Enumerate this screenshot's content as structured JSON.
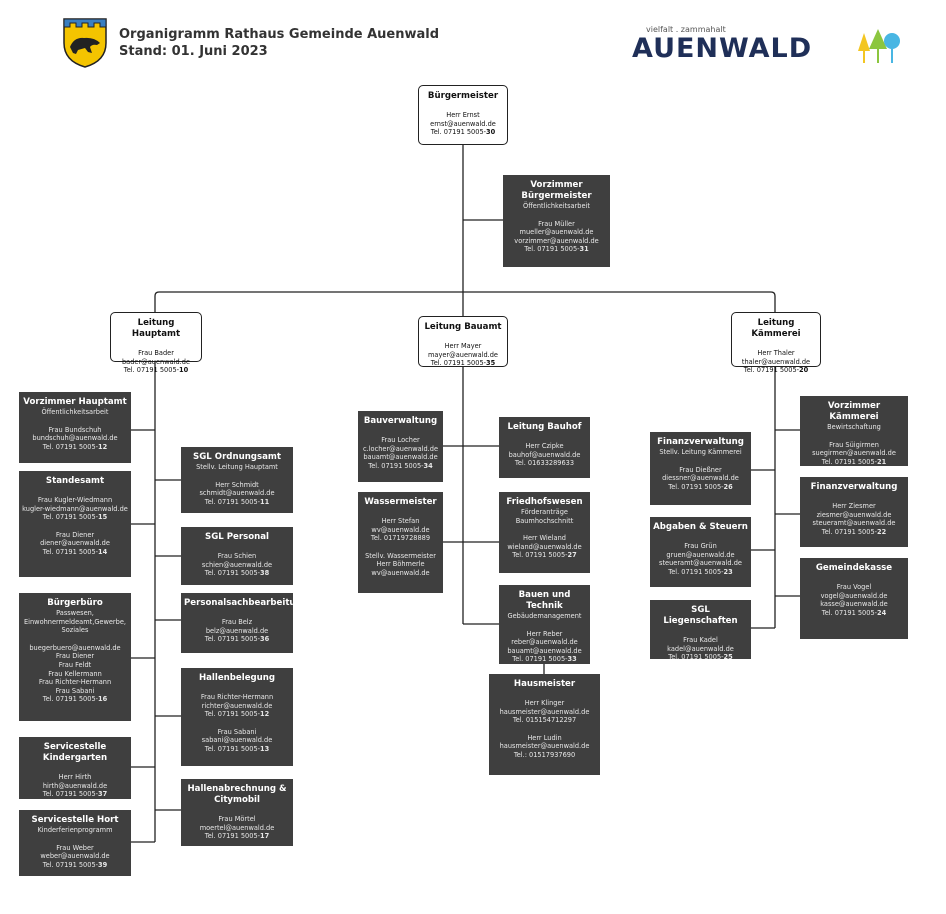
{
  "header": {
    "title_line1": "Organigramm Rathaus Gemeinde Auenwald",
    "title_line2": "Stand: 01. Juni 2023",
    "logo_tagline": "vielfalt . zammahalt",
    "logo_word": "AUENWALD"
  },
  "colors": {
    "box_dark": "#3f3f3f",
    "line": "#222222",
    "logo_text": "#1f2f58"
  },
  "units": {
    "buergermeister": {
      "title": "Bürgermeister",
      "contact": "Herr Ernst\nernst@auenwald.de",
      "tel": "Tel. 07191 5005-",
      "ext": "30"
    },
    "vorzimmer_bm": {
      "title": "Vorzimmer Bürgermeister",
      "subtitle": "Öffentlichkeitsarbeit",
      "contact": "Frau Müller\nmueller@auenwald.de\nvorzimmer@auenwald.de",
      "tel": "Tel. 07191 5005-",
      "ext": "31"
    },
    "leitung_hauptamt": {
      "title": "Leitung Hauptamt",
      "contact": "Frau Bader\nbader@auenwald.de",
      "tel": "Tel. 07191 5005-",
      "ext": "10"
    },
    "leitung_bauamt": {
      "title": "Leitung Bauamt",
      "contact": "Herr Mayer\nmayer@auenwald.de",
      "tel": "Tel. 07191 5005-",
      "ext": "35"
    },
    "leitung_kaemmerei": {
      "title": "Leitung Kämmerei",
      "contact": "Herr Thaler\nthaler@auenwald.de",
      "tel": "Tel. 07191 5005-",
      "ext": "20"
    },
    "vorzimmer_hauptamt": {
      "title": "Vorzimmer Hauptamt",
      "subtitle": "Öffentlichkeitsarbeit",
      "contact": "Frau Bundschuh\nbundschuh@auenwald.de",
      "tel": "Tel. 07191 5005-",
      "ext": "12"
    },
    "standesamt": {
      "title": "Standesamt",
      "contact": "Frau Kugler-Wiedmann\nkugler-wiedmann@auenwald.de",
      "tel": "Tel. 07191 5005-",
      "ext": "15",
      "contact2": "Frau Diener\ndiener@auenwald.de",
      "tel2": "Tel. 07191 5005-",
      "ext2": "14"
    },
    "buergerbuero": {
      "title": "Bürgerbüro",
      "subtitle": "Passwesen,\nEinwohnermeldeamt,Gewerbe,\nSoziales",
      "contact": "buegerbuero@auenwald.de\nFrau Diener\nFrau Feldt\nFrau Kellermann\nFrau Richter-Hermann\nFrau Sabani",
      "tel": "Tel. 07191 5005-",
      "ext": "16"
    },
    "kindergarten": {
      "title": "Servicestelle Kindergarten",
      "contact": "Herr Hirth\nhirth@auenwald.de",
      "tel": "Tel. 07191 5005-",
      "ext": "37"
    },
    "hort": {
      "title": "Servicestelle Hort",
      "subtitle": "Kinderferienprogramm",
      "contact": "Frau Weber\nweber@auenwald.de",
      "tel": "Tel. 07191 5005-",
      "ext": "39"
    },
    "ordnungsamt": {
      "title": "SGL Ordnungsamt",
      "subtitle": "Stellv. Leitung Hauptamt",
      "contact": "Herr Schmidt\nschmidt@auenwald.de",
      "tel": "Tel. 07191 5005-",
      "ext": "11"
    },
    "personal": {
      "title": "SGL Personal",
      "contact": "Frau Schien\nschien@auenwald.de",
      "tel": "Tel. 07191 5005-",
      "ext": "38"
    },
    "personalsach": {
      "title": "Personalsachbearbeitung",
      "contact": "Frau Belz\nbelz@auenwald.de",
      "tel": "Tel. 07191 5005-",
      "ext": "36"
    },
    "hallenbelegung": {
      "title": "Hallenbelegung",
      "contact": "Frau Richter-Hermann\nrichter@auenwald.de",
      "tel": "Tel. 07191 5005-",
      "ext": "12",
      "contact2": "Frau Sabani\nsabani@auenwald.de",
      "tel2": "Tel. 07191 5005-",
      "ext2": "13"
    },
    "hallenabrechnung": {
      "title": "Hallenabrechnung & Citymobil",
      "contact": "Frau Mörtel\nmoertel@auenwald.de",
      "tel": "Tel. 07191 5005-",
      "ext": "17"
    },
    "bauverwaltung": {
      "title": "Bauverwaltung",
      "contact": "Frau Locher\nc.locher@auenwald.de\nbauamt@auenwald.de",
      "tel": "Tel. 07191 5005-",
      "ext": "34"
    },
    "wassermeister": {
      "title": "Wassermeister",
      "contact": "Herr Stefan\nwv@auenwald.de\nTel. 01719728889",
      "contact2": "Stellv. Wassermeister\nHerr Böhmerle\nwv@auenwald.de"
    },
    "bauhof": {
      "title": "Leitung Bauhof",
      "contact": "Herr Czipke\nbauhof@auenwald.de\nTel. 01633289633"
    },
    "friedhof": {
      "title": "Friedhofswesen",
      "subtitle": "Förderanträge\nBaumhochschnitt",
      "contact": "Herr Wieland\nwieland@auenwald.de",
      "tel": "Tel. 07191 5005-",
      "ext": "27"
    },
    "bauen_technik": {
      "title": "Bauen und Technik",
      "subtitle": "Gebäudemanagement",
      "contact": "Herr Reber\nreber@auenwald.de\nbauamt@auenwald.de",
      "tel": "Tel. 07191 5005-",
      "ext": "33"
    },
    "hausmeister": {
      "title": "Hausmeister",
      "contact": "Herr Klinger\nhausmeister@auenwald.de\nTel. 015154712297",
      "contact2": "Herr Ludin\nhausmeister@auenwald.de\nTel.: 01517937690"
    },
    "vorzimmer_kaemmerei": {
      "title": "Vorzimmer Kämmerei",
      "subtitle": "Bewirtschaftung",
      "contact": "Frau Süigirmen\nsuegirmen@auenwald.de",
      "tel": "Tel. 07191 5005-",
      "ext": "21"
    },
    "finanz1": {
      "title": "Finanzverwaltung",
      "subtitle": "Stellv. Leitung Kämmerei",
      "contact": "Frau Dießner\ndiessner@auenwald.de",
      "tel": "Tel. 07191 5005-",
      "ext": "26"
    },
    "finanz2": {
      "title": "Finanzverwaltung",
      "contact": "Herr Ziesmer\nziesmer@auenwald.de\nsteueramt@auenwald.de",
      "tel": "Tel. 07191 5005-",
      "ext": "22"
    },
    "abgaben": {
      "title": "Abgaben & Steuern",
      "contact": "Frau Grün\ngruen@auenwald.de\nsteueramt@auenwald.de",
      "tel": "Tel. 07191 5005-",
      "ext": "23"
    },
    "gemeindekasse": {
      "title": "Gemeindekasse",
      "contact": "Frau Vogel\nvogel@auenwald.de\nkasse@auenwald.de",
      "tel": "Tel. 07191 5005-",
      "ext": "24"
    },
    "liegenschaften": {
      "title": "SGL Liegenschaften",
      "contact": "Frau Kadel\nkadel@auenwald.de",
      "tel": "Tel. 07191 5005-",
      "ext": "25"
    }
  }
}
